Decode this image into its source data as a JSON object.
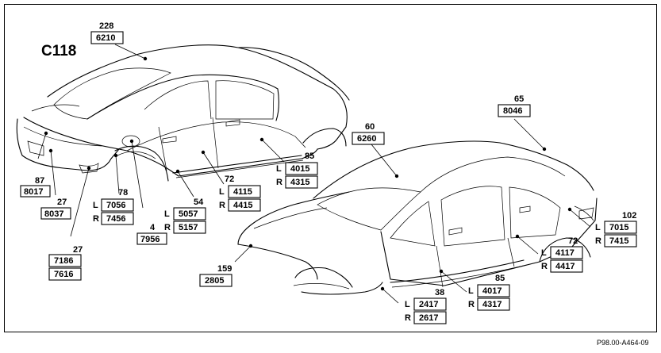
{
  "diagram": {
    "model": "C118",
    "reference": "P98.00-A464-09",
    "callouts": [
      {
        "number": "228",
        "codes": [
          {
            "side": "",
            "code": "6210"
          }
        ]
      },
      {
        "number": "87",
        "codes": [
          {
            "side": "",
            "code": "8017"
          }
        ]
      },
      {
        "number": "27",
        "codes": [
          {
            "side": "",
            "code": "8037"
          }
        ]
      },
      {
        "number": "27",
        "codes": [
          {
            "side": "",
            "code": "7186"
          },
          {
            "side": "",
            "code": "7616"
          }
        ]
      },
      {
        "number": "78",
        "codes": [
          {
            "side": "L",
            "code": "7056"
          },
          {
            "side": "R",
            "code": "7456"
          }
        ]
      },
      {
        "number": "4",
        "codes": [
          {
            "side": "",
            "code": "7956"
          }
        ]
      },
      {
        "number": "54",
        "codes": [
          {
            "side": "L",
            "code": "5057"
          },
          {
            "side": "R",
            "code": "5157"
          }
        ]
      },
      {
        "number": "72",
        "codes": [
          {
            "side": "L",
            "code": "4115"
          },
          {
            "side": "R",
            "code": "4415"
          }
        ]
      },
      {
        "number": "85",
        "codes": [
          {
            "side": "L",
            "code": "4015"
          },
          {
            "side": "R",
            "code": "4315"
          }
        ]
      },
      {
        "number": "60",
        "codes": [
          {
            "side": "",
            "code": "6260"
          }
        ]
      },
      {
        "number": "65",
        "codes": [
          {
            "side": "",
            "code": "8046"
          }
        ]
      },
      {
        "number": "102",
        "codes": [
          {
            "side": "L",
            "code": "7015"
          },
          {
            "side": "R",
            "code": "7415"
          }
        ]
      },
      {
        "number": "72",
        "codes": [
          {
            "side": "L",
            "code": "4117"
          },
          {
            "side": "R",
            "code": "4417"
          }
        ]
      },
      {
        "number": "85",
        "codes": [
          {
            "side": "L",
            "code": "4017"
          },
          {
            "side": "R",
            "code": "4317"
          }
        ]
      },
      {
        "number": "38",
        "codes": [
          {
            "side": "L",
            "code": "2417"
          },
          {
            "side": "R",
            "code": "2617"
          }
        ]
      },
      {
        "number": "159",
        "codes": [
          {
            "side": "",
            "code": "2805"
          }
        ]
      }
    ]
  }
}
